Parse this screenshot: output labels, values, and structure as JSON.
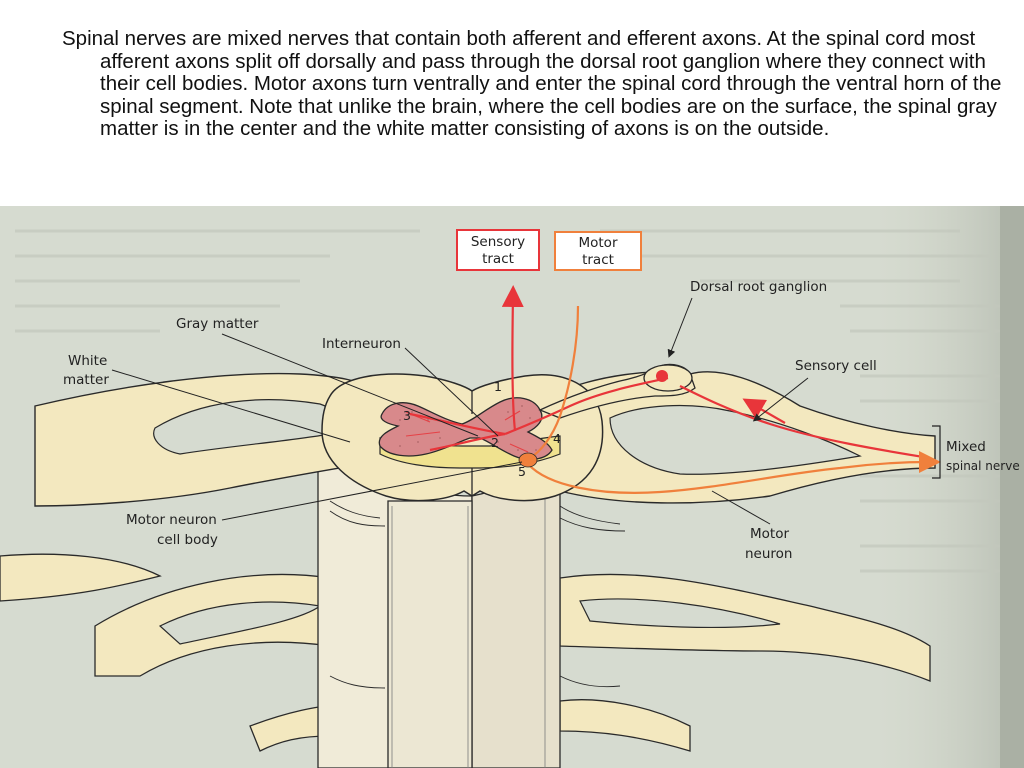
{
  "caption": "Spinal nerves are mixed nerves that contain both afferent and efferent axons.  At the spinal cord most afferent axons split off dorsally and pass through the dorsal root ganglion where they connect with their cell bodies.  Motor axons turn ventrally and enter the spinal cord through the ventral horn of the spinal segment. Note that unlike the brain, where the cell bodies are on the surface, the spinal gray matter is in the center and the white matter consisting of axons is on the outside.",
  "diagram": {
    "boxes": {
      "sensory_tract": [
        "Sensory",
        "tract"
      ],
      "motor_tract": [
        "Motor",
        "tract"
      ]
    },
    "labels": {
      "dorsal_root_ganglion": "Dorsal root ganglion",
      "gray_matter": "Gray matter",
      "interneuron": "Interneuron",
      "white_matter": [
        "White",
        "matter"
      ],
      "sensory_cell": "Sensory cell",
      "mixed_spinal_nerve": [
        "Mixed",
        "spinal nerve"
      ],
      "motor_neuron_cell_body": [
        "Motor neuron",
        "cell body"
      ],
      "motor_neuron": [
        "Motor",
        "neuron"
      ]
    },
    "numbers": [
      "1",
      "2",
      "3",
      "4",
      "5"
    ]
  },
  "colors": {
    "sensory_path": "#e8353a",
    "motor_path": "#f0803c",
    "nerve_fill": "#f3e8bf",
    "gray_matter_fill": "#d88c8c",
    "outline": "#2a2a2a",
    "page_backdrop": "#d4d9cf"
  }
}
